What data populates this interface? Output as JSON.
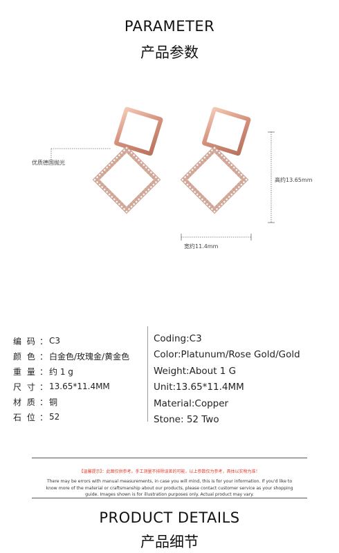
{
  "header": {
    "title_en": "PARAMETER",
    "title_cn": "产品参数"
  },
  "annotations": {
    "polish": "优质德国抛光",
    "height": "高约13.65mm",
    "width": "宽约11.4mm"
  },
  "params_cn": [
    {
      "key": "编 码",
      "value": "C3"
    },
    {
      "key": "颜 色",
      "value": "白金色/玫瑰金/黄金色"
    },
    {
      "key": "重 量",
      "value": "约 1 g"
    },
    {
      "key": "尺 寸",
      "value": "13.65*11.4MM"
    },
    {
      "key": "材 质",
      "value": "铜"
    },
    {
      "key": "石 位",
      "value": "52"
    }
  ],
  "params_cn_sep": "：",
  "params_en": [
    "Coding:C3",
    "Color:Platunum/Rose Gold/Gold",
    "Weight:About 1 G",
    "Unit:13.65*11.4MM",
    "Material:Copper",
    "Stone: 52  Two"
  ],
  "notice": {
    "cn": "【温馨提示】：此图仅供参考。手工测量不排除误差的可能，以上参数仅为参考，具体以实物为准！",
    "en": "There may be errors with manual measurements, in case you will mind, this is for your information. If you'd like to know more of the material or craftsmanship about our products, please contact customer service as your shopping guide. Images shown is for illustration purposes only. Actual product may vary."
  },
  "footer": {
    "title_en": "PRODUCT DETAILS",
    "title_cn": "产品细节"
  },
  "colors": {
    "rose_gold": "#d99a84",
    "notice_red": "#e23a2a"
  }
}
